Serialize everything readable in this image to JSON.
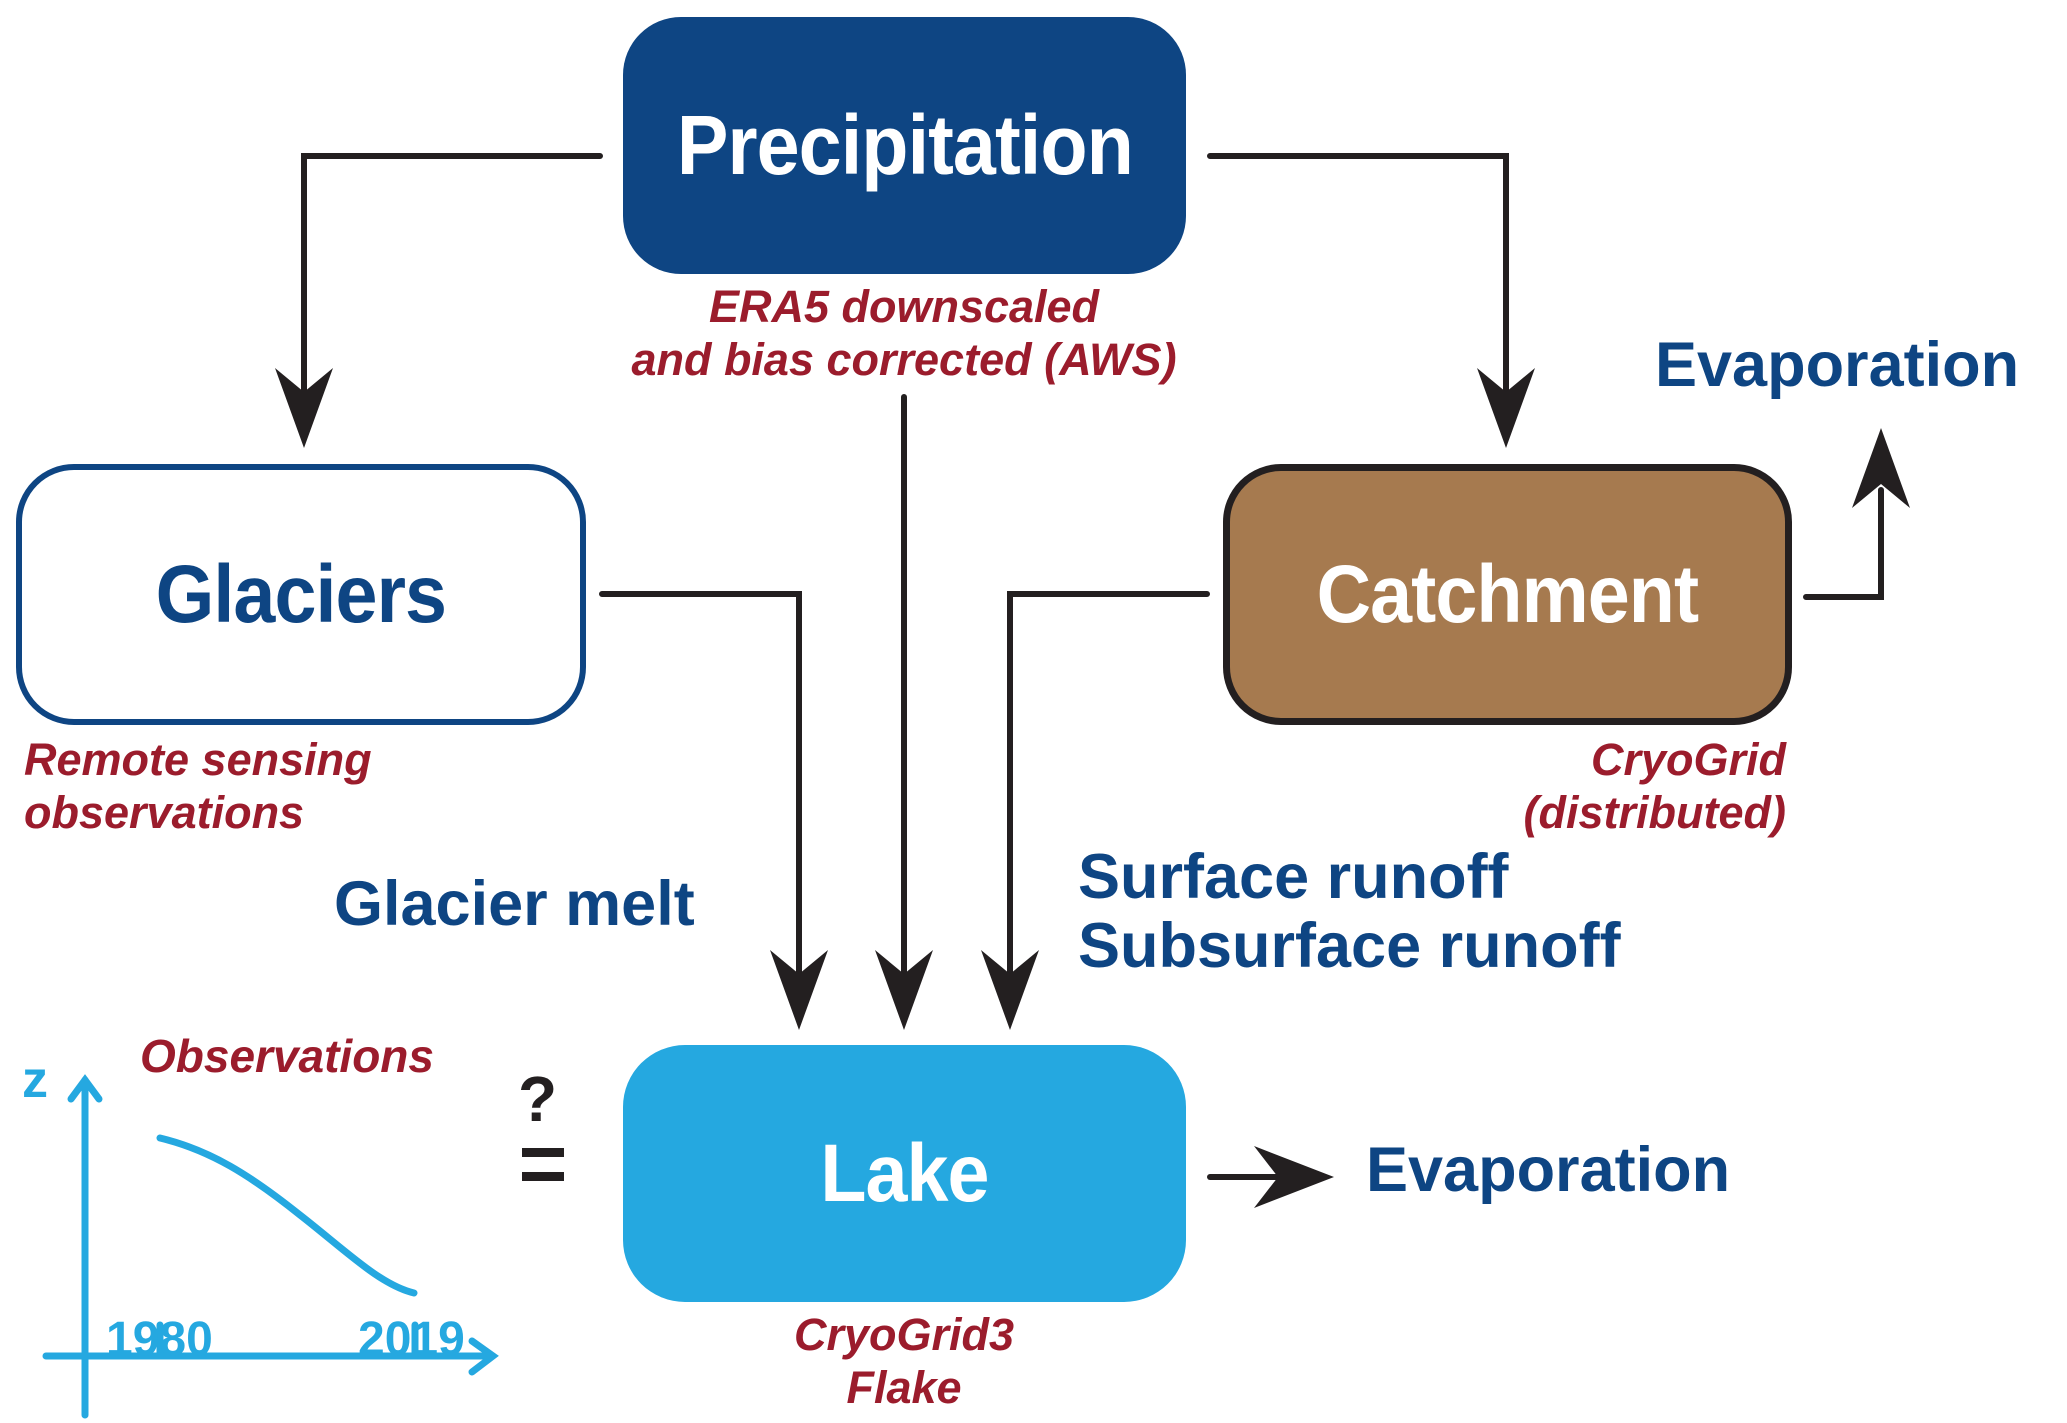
{
  "nodes": {
    "precipitation": {
      "label": "Precipitation",
      "note": [
        "ERA5 downscaled",
        "and bias corrected (AWS)"
      ]
    },
    "glaciers": {
      "label": "Glaciers",
      "note": [
        "Remote sensing",
        "observations"
      ]
    },
    "catchment": {
      "label": "Catchment",
      "note": [
        "CryoGrid",
        "(distributed)"
      ]
    },
    "lake": {
      "label": "Lake",
      "note": [
        "CryoGrid3",
        "Flake"
      ]
    }
  },
  "flows": {
    "catchment_evaporation": "Evaporation",
    "lake_evaporation": "Evaporation",
    "glacier_melt": "Glacier melt",
    "surface_runoff": "Surface runoff",
    "subsurface_runoff": "Subsurface runoff"
  },
  "comparison": {
    "symbol": "?=",
    "question": "?",
    "title": "Observations",
    "y_axis_label": "z",
    "x_ticks": [
      "1980",
      "2019"
    ],
    "trend": "decreasing"
  },
  "colors": {
    "precipitation": "#0e4583",
    "glaciers_border": "#0e4583",
    "catchment": "#a67a4f",
    "lake": "#25a8e0",
    "note_text": "#9b1c2c",
    "label_text": "#0e4583",
    "arrow": "#231f20",
    "chart": "#25a8e0"
  }
}
